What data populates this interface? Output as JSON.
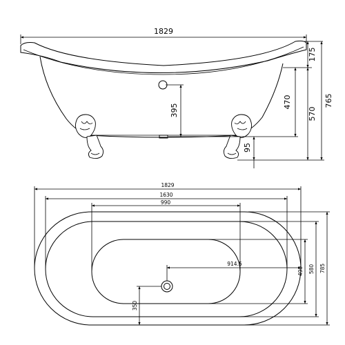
{
  "side_view": {
    "dimensions": {
      "overall_length": "1829",
      "rim_thickness": "175",
      "total_height": "765",
      "height_to_rim": "570",
      "inner_depth": "470",
      "overflow_height": "395",
      "leg_clearance": "95"
    }
  },
  "top_view": {
    "dimensions": {
      "overall_length": "1829",
      "inner_length": "1630",
      "bottom_length": "990",
      "drain_offset": "914.5",
      "bottom_width": "490",
      "inner_width": "580",
      "overall_width": "785",
      "drain_from_edge": "350"
    }
  }
}
